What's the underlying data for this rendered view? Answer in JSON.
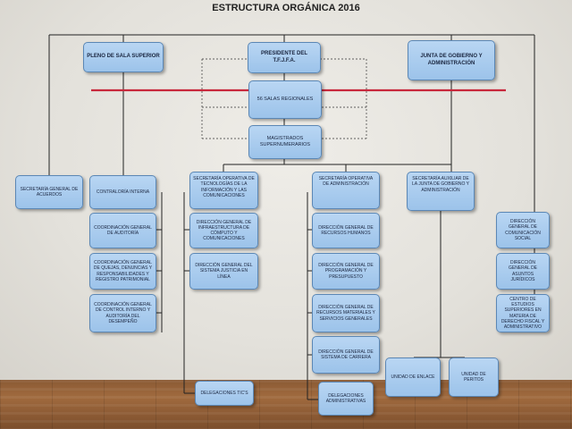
{
  "title": "ESTRUCTURA ORGÁNICA 2016",
  "boxes": {
    "pleno": "PLENO DE SALA SUPERIOR",
    "presidente": "PRESIDENTE DEL T.F.J.F.A.",
    "junta": "JUNTA DE GOBIERNO Y ADMINISTRACIÓN",
    "salas": "56 SALAS REGIONALES",
    "magistrados": "MAGISTRADOS SUPERNUMERARIOS",
    "sec_acuerdos": "SECRETARÍA GENERAL DE ACUERDOS",
    "contraloria": "CONTRALORÍA INTERNA",
    "coord_auditoria": "COORDINACIÓN GENERAL DE AUDITORÍA",
    "coord_quejas": "COORDINACIÓN GENERAL DE QUEJAS, DENUNCIAS Y RESPONSABILIDADES Y REGISTRO PATRIMONIAL",
    "coord_control": "COORDINACIÓN GENERAL DE CONTROL INTERNO Y AUDITORÍA DEL DESEMPEÑO",
    "sec_tic": "SECRETARÍA OPERATIVA DE TECNOLOGÍAS DE LA INFORMACIÓN Y LAS COMUNICACIONES",
    "dir_infra": "DIRECCIÓN GENERAL DE INFRAESTRUCTURA DE CÓMPUTO Y COMUNICACIONES",
    "dir_justicia": "DIRECCIÓN GENERAL DEL SISTEMA JUSTICIA EN LÍNEA",
    "deleg_tics": "DELEGACIONES TIC'S",
    "sec_admin": "SECRETARÍA OPERATIVA DE ADMINISTRACIÓN",
    "dir_rh": "DIRECCIÓN GENERAL DE RECURSOS HUMANOS",
    "dir_prog": "DIRECCIÓN GENERAL DE PROGRAMACIÓN Y PRESUPUESTO",
    "dir_rm": "DIRECCIÓN GENERAL DE RECURSOS MATERIALES Y SERVICIOS GENERALES",
    "dir_carrera": "DIRECCIÓN GENERAL DE SISTEMA DE CARRERA",
    "deleg_admin": "DELEGACIONES ADMINISTRATIVAS",
    "sec_aux": "SECRETARÍA AUXILIAR DE LA JUNTA DE GOBIERNO Y ADMINISTRACIÓN",
    "unidad_enlace": "UNIDAD DE ENLACE",
    "unidad_peritos": "UNIDAD DE PERITOS",
    "dir_social": "DIRECCIÓN GENERAL DE COMUNICACIÓN SOCIAL",
    "dir_juridicos": "DIRECCIÓN GENERAL DE ASUNTOS JURÍDICOS",
    "centro_estudios": "CENTRO DE ESTUDIOS SUPERIORES EN MATERIA DE DERECHO FISCAL Y ADMINISTRATIVO"
  },
  "colors": {
    "box_fill": "#a9cdf0",
    "box_border": "#5b87b5",
    "red_line": "#c8283c",
    "floor": "#8a5a34"
  }
}
